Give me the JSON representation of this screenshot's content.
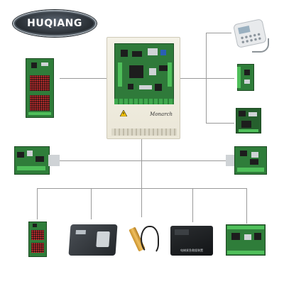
{
  "logo": {
    "text": "HUQIANG"
  },
  "controller": {
    "brand": "Monarch"
  },
  "device2": {
    "caption": "电梯紧急救援装置"
  },
  "colors": {
    "connector_line": "#9a9a9a",
    "pcb_green": "#2f7d3a",
    "controller_casing": "#f4f1e6",
    "logo_bg": "#2c3238"
  },
  "components": [
    {
      "name": "dot-matrix-display-board-left",
      "icon": "pcb-led-matrix"
    },
    {
      "name": "main-controller",
      "icon": "inverter-controller"
    },
    {
      "name": "operation-keypad",
      "icon": "keypad"
    },
    {
      "name": "expansion-board-top",
      "icon": "pcb"
    },
    {
      "name": "expansion-board-mid",
      "icon": "pcb"
    },
    {
      "name": "can-communication-board-left",
      "icon": "pcb-connector"
    },
    {
      "name": "can-communication-board-right",
      "icon": "pcb-connector"
    },
    {
      "name": "floor-display-board-bottom",
      "icon": "pcb-led-matrix"
    },
    {
      "name": "car-top-controller-box",
      "icon": "black-box"
    },
    {
      "name": "proximity-sensor",
      "icon": "sensor"
    },
    {
      "name": "emergency-rescue-device",
      "icon": "black-device"
    },
    {
      "name": "car-control-board-bottom",
      "icon": "pcb"
    }
  ]
}
